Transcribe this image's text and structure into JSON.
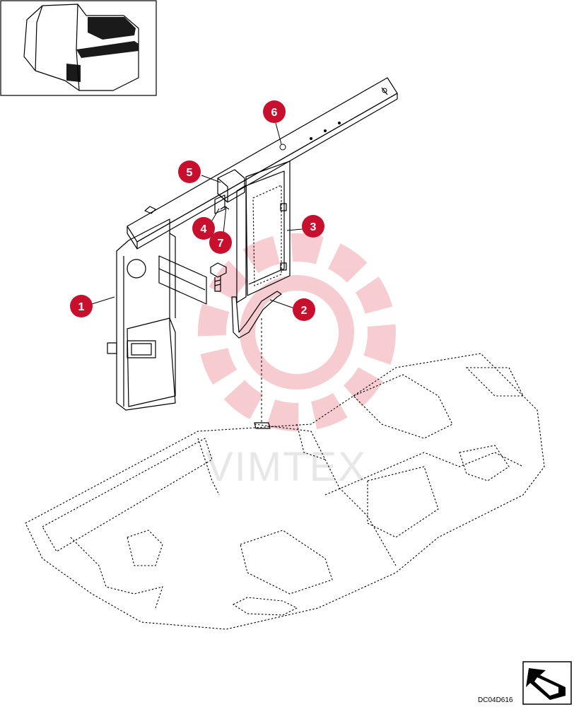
{
  "diagram": {
    "drawing_code": "DC04D616",
    "watermark_text": "VIMTEX",
    "colors": {
      "callout": "#c8102e",
      "watermark": "#f2b3b8",
      "line": "#000000"
    },
    "icons": [
      "machine-thumbnail-icon",
      "orientation-arrow-icon"
    ],
    "callouts": [
      {
        "label": "1"
      },
      {
        "label": "2"
      },
      {
        "label": "3"
      },
      {
        "label": "4"
      },
      {
        "label": "5"
      },
      {
        "label": "6"
      },
      {
        "label": "7"
      }
    ]
  }
}
